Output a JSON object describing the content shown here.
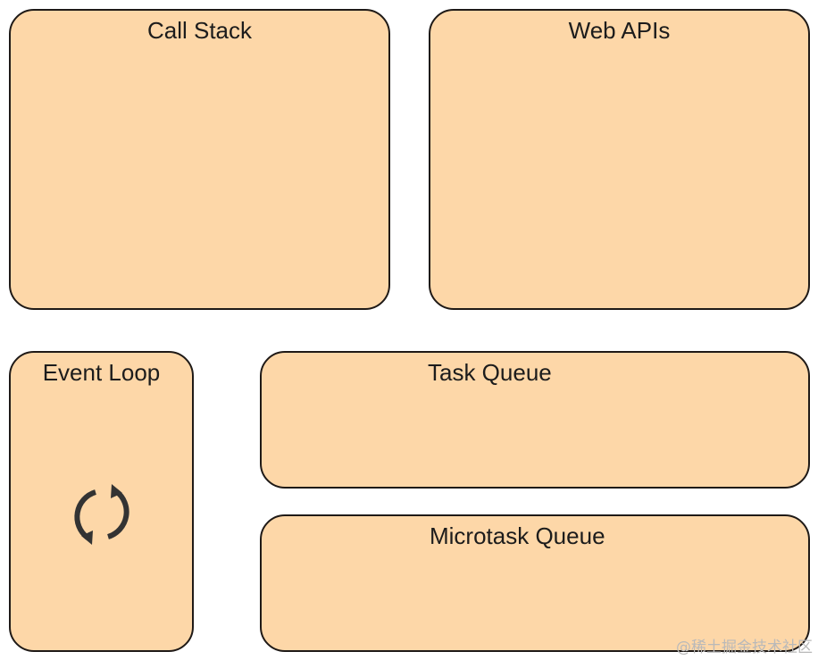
{
  "panels": {
    "call_stack": {
      "title": "Call Stack"
    },
    "web_apis": {
      "title": "Web APIs"
    },
    "event_loop": {
      "title": "Event Loop",
      "icon": "refresh-cycle-icon"
    },
    "task_queue": {
      "title": "Task Queue"
    },
    "microtask_queue": {
      "title": "Microtask Queue"
    }
  },
  "colors": {
    "panel_fill": "#fdd7a8",
    "panel_border": "#1f1a17",
    "text": "#1c1c1c",
    "icon": "#333333"
  },
  "watermark": "@稀土掘金技术社区"
}
